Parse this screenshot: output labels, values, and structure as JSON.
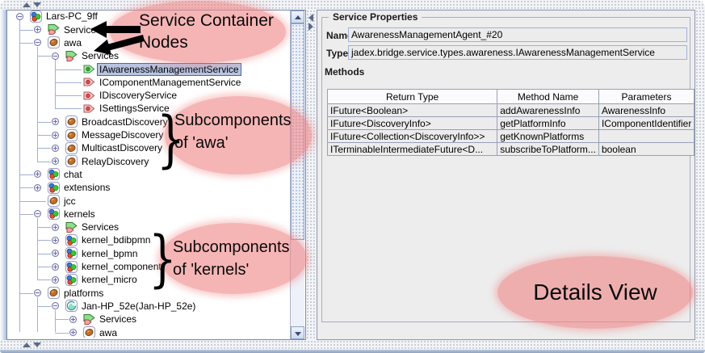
{
  "annotations": {
    "highlight_color": "#f08484",
    "service_container": {
      "line1": "Service Container",
      "line2": "Nodes"
    },
    "subcomponents_awa": {
      "line1": "Subcomponents",
      "line2": "of 'awa'"
    },
    "subcomponents_kernels": {
      "line1": "Subcomponents",
      "line2": "of 'kernels'"
    },
    "details_view": {
      "text": "Details View"
    },
    "brace_glyph": "}"
  },
  "tree": {
    "rows": [
      {
        "label": "Lars-PC_9ff",
        "icon": "platform-icon",
        "depth": 0,
        "handle": "expanded",
        "selected": false
      },
      {
        "label": "Services",
        "icon": "services-folder-icon",
        "depth": 1,
        "handle": "collapsed",
        "selected": false
      },
      {
        "label": "awa",
        "icon": "component-icon",
        "depth": 1,
        "handle": "expanded",
        "selected": false
      },
      {
        "label": "Services",
        "icon": "services-folder-icon",
        "depth": 2,
        "handle": "expanded",
        "selected": false
      },
      {
        "label": "IAwarenessManagementService",
        "icon": "service-green-icon",
        "depth": 3,
        "handle": "leaf",
        "selected": true
      },
      {
        "label": "IComponentManagementService",
        "icon": "service-pink-icon",
        "depth": 3,
        "handle": "leaf",
        "selected": false
      },
      {
        "label": "IDiscoveryService",
        "icon": "service-pink-icon",
        "depth": 3,
        "handle": "leaf",
        "selected": false
      },
      {
        "label": "ISettingsService",
        "icon": "service-pink-icon",
        "depth": 3,
        "handle": "leaf",
        "selected": false
      },
      {
        "label": "BroadcastDiscovery",
        "icon": "component-icon",
        "depth": 2,
        "handle": "collapsed",
        "selected": false
      },
      {
        "label": "MessageDiscovery",
        "icon": "component-icon",
        "depth": 2,
        "handle": "collapsed",
        "selected": false
      },
      {
        "label": "MulticastDiscovery",
        "icon": "component-icon",
        "depth": 2,
        "handle": "collapsed",
        "selected": false
      },
      {
        "label": "RelayDiscovery",
        "icon": "component-icon",
        "depth": 2,
        "handle": "collapsed",
        "selected": false
      },
      {
        "label": "chat",
        "icon": "platform-icon",
        "depth": 1,
        "handle": "collapsed",
        "selected": false
      },
      {
        "label": "extensions",
        "icon": "platform-icon",
        "depth": 1,
        "handle": "collapsed",
        "selected": false
      },
      {
        "label": "jcc",
        "icon": "component-icon",
        "depth": 1,
        "handle": "leaf",
        "selected": false
      },
      {
        "label": "kernels",
        "icon": "platform-icon",
        "depth": 1,
        "handle": "expanded",
        "selected": false
      },
      {
        "label": "Services",
        "icon": "services-folder-icon",
        "depth": 2,
        "handle": "collapsed",
        "selected": false
      },
      {
        "label": "kernel_bdibpmn",
        "icon": "platform-icon",
        "depth": 2,
        "handle": "collapsed",
        "selected": false
      },
      {
        "label": "kernel_bpmn",
        "icon": "platform-icon",
        "depth": 2,
        "handle": "collapsed",
        "selected": false
      },
      {
        "label": "kernel_component",
        "icon": "platform-icon",
        "depth": 2,
        "handle": "collapsed",
        "selected": false
      },
      {
        "label": "kernel_micro",
        "icon": "platform-icon",
        "depth": 2,
        "handle": "collapsed",
        "selected": false
      },
      {
        "label": "platforms",
        "icon": "component-icon",
        "depth": 1,
        "handle": "expanded",
        "selected": false
      },
      {
        "label": "Jan-HP_52e(Jan-HP_52e)",
        "icon": "proxy-platform-icon",
        "depth": 2,
        "handle": "expanded",
        "selected": false
      },
      {
        "label": "Services",
        "icon": "services-folder-icon",
        "depth": 3,
        "handle": "collapsed",
        "selected": false
      },
      {
        "label": "awa",
        "icon": "component-icon",
        "depth": 3,
        "handle": "collapsed",
        "selected": false
      }
    ]
  },
  "details": {
    "group_title": "Service Properties",
    "name_label": "Name",
    "name_value": "AwarenessManagementAgent_#20",
    "type_label": "Type",
    "type_value": "jadex.bridge.service.types.awareness.IAwarenessManagementService",
    "methods_label": "Methods",
    "table": {
      "columns": [
        "Return Type",
        "Method Name",
        "Parameters"
      ],
      "rows": [
        [
          "IFuture<Boolean>",
          "addAwarenessInfo",
          "AwarenessInfo"
        ],
        [
          "IFuture<DiscoveryInfo>",
          "getPlatformInfo",
          "IComponentIdentifier"
        ],
        [
          "IFuture<Collection<DiscoveryInfo>>",
          "getKnownPlatforms",
          ""
        ],
        [
          "ITerminableIntermediateFuture<D...",
          "subscribeToPlatform...",
          "boolean"
        ]
      ]
    }
  }
}
